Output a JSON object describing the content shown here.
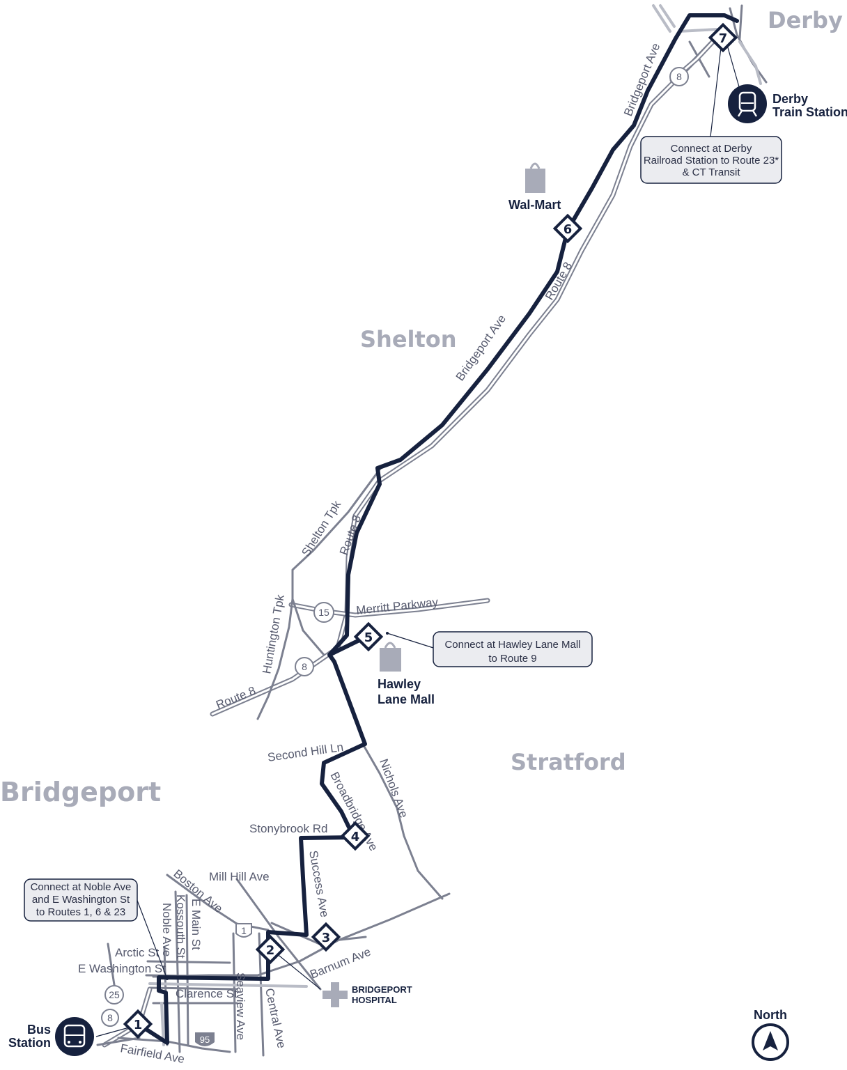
{
  "towns": {
    "derby": "Derby",
    "shelton": "Shelton",
    "stratford": "Stratford",
    "bridgeport": "Bridgeport"
  },
  "streets": {
    "bridgeport_ave_north": "Bridgeport Ave",
    "bridgeport_ave_mid": "Bridgeport Ave",
    "route8_north": "Route 8",
    "route8_mid": "Route 8",
    "route8_west": "Route 8",
    "shelton_tpk": "Shelton Tpk",
    "huntington_tpk": "Huntington Tpk",
    "merritt_parkway": "Merritt Parkway",
    "second_hill_ln": "Second Hill Ln",
    "broadbridge_ave": "Broadbridge Ave",
    "nichols_ave": "Nichols Ave",
    "stonybrook_rd": "Stonybrook Rd",
    "success_ave": "Success Ave",
    "mill_hill_ave": "Mill Hill Ave",
    "boston_ave": "Boston Ave",
    "barnum_ave": "Barnum Ave",
    "noble_ave": "Noble Ave",
    "kossouth_st": "Kossouth St",
    "e_main_st": "E Main St",
    "arctic_st": "Arctic St",
    "e_washington_st": "E Washington St",
    "clarence_st": "Clarence St",
    "seaview_ave": "Seaview Ave",
    "central_ave": "Central Ave",
    "fairfield_ave": "Fairfield Ave"
  },
  "shields": {
    "rt8_north": "8",
    "rt15": "15",
    "rt8_mid": "8",
    "us1": "1",
    "rt25": "25",
    "rt8_south": "8",
    "i95": "95"
  },
  "stops": [
    "1",
    "2",
    "3",
    "4",
    "5",
    "6",
    "7"
  ],
  "places": {
    "walmart": "Wal-Mart",
    "hawley_line1": "Hawley",
    "hawley_line2": "Lane Mall",
    "derby_station_line1": "Derby",
    "derby_station_line2": "Train Station",
    "hospital_line1": "BRIDGEPORT",
    "hospital_line2": "HOSPITAL",
    "bus_station_line1": "Bus",
    "bus_station_line2": "Station"
  },
  "callouts": {
    "derby": [
      "Connect at Derby",
      "Railroad Station to Route 23*",
      "& CT Transit"
    ],
    "hawley": [
      "Connect at Hawley Lane Mall",
      "to Route 9"
    ],
    "noble": [
      "Connect at Noble Ave",
      "and E Washington St",
      "to Routes 1, 6 & 23"
    ]
  },
  "compass_label": "North",
  "icons": {
    "stop_marker": "diamond-stop-icon",
    "shopping": "shopping-bag-icon",
    "train": "train-icon",
    "bus": "bus-icon",
    "hospital": "hospital-cross-icon",
    "compass": "north-arrow-icon"
  },
  "colors": {
    "route": "#16213e",
    "road": "#7c8090",
    "town_label": "#a8abb8",
    "callout_fill": "#ebecf0"
  }
}
